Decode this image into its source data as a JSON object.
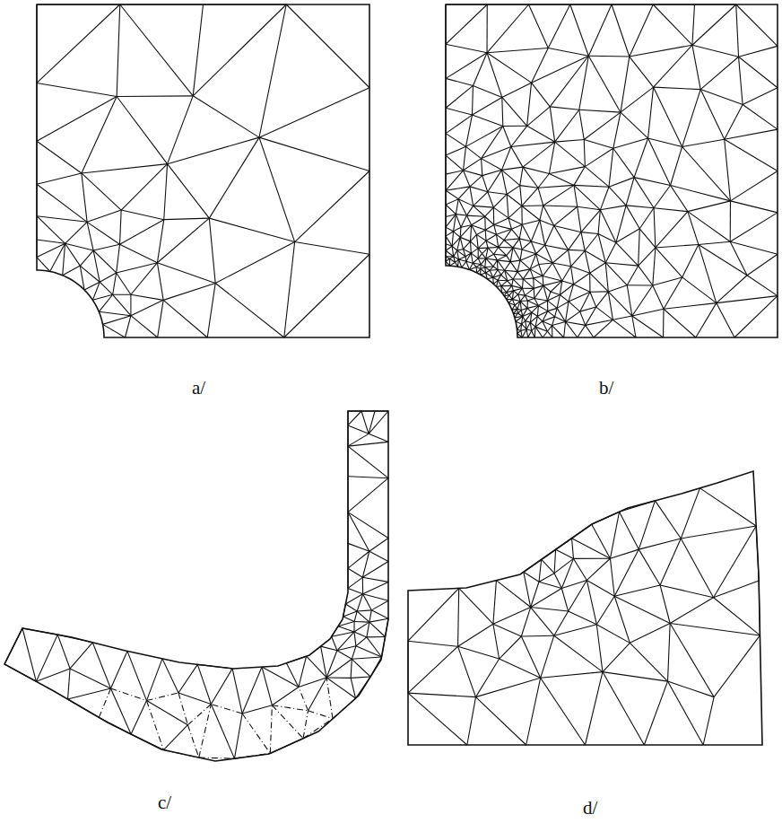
{
  "diagram": {
    "labels": [
      "a/",
      "b/",
      "c/",
      "d/"
    ]
  }
}
